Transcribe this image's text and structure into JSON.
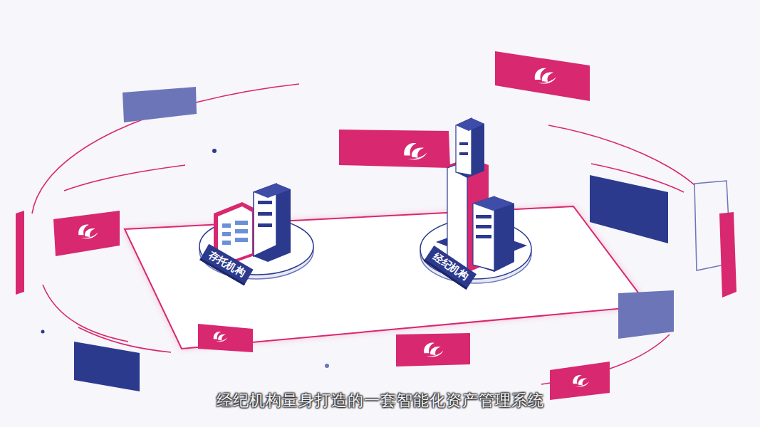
{
  "diagram": {
    "caption": "经纪机构量身打造的一套智能化资产管理系统",
    "nodes": [
      {
        "text": [
          "存托机构"
        ]
      },
      {
        "text": [
          "经纪机构"
        ]
      }
    ]
  }
}
